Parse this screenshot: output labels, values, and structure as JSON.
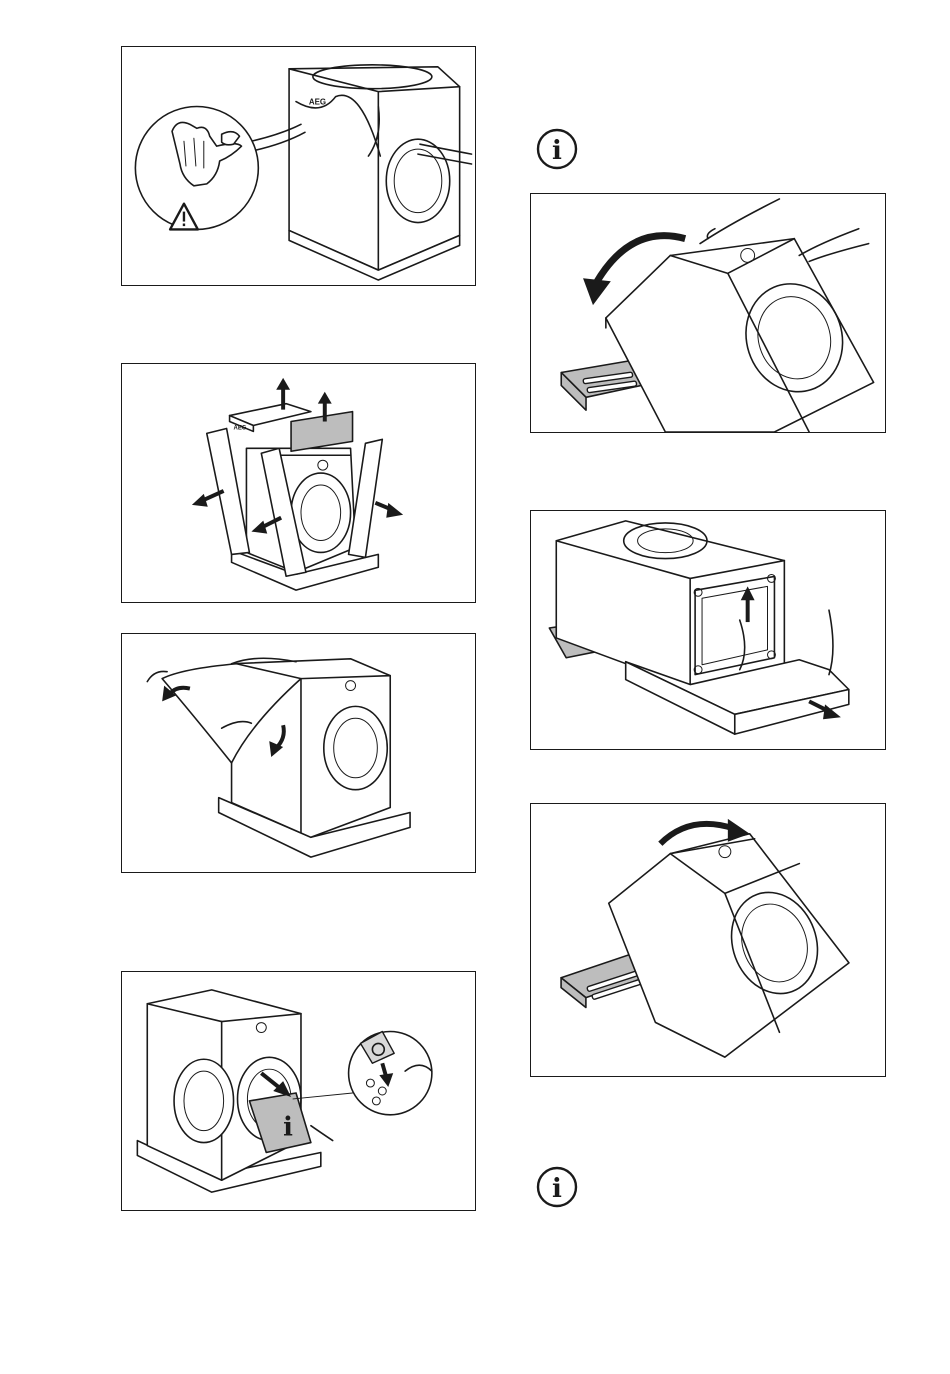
{
  "page": {
    "background": "#ffffff",
    "line_color": "#1a1a1a",
    "accent_grey": "#bdbdbd"
  },
  "panels": [
    {
      "id": "step-gloves-remove-film",
      "icons": [
        "gloves-icon",
        "warning-icon"
      ],
      "brand_label": "AEG"
    },
    {
      "id": "step-remove-top-corners",
      "icons": [
        "arrow-up-icon",
        "arrow-left-icon",
        "arrow-right-icon"
      ],
      "brand_label": "AEG"
    },
    {
      "id": "step-remove-cover-bag",
      "icons": [
        "arrow-left-icon",
        "arrow-down-icon"
      ]
    },
    {
      "id": "step-unpack-accessories",
      "icons": [
        "info-booklet-icon",
        "accessory-bag-icon"
      ]
    },
    {
      "id": "step-tilt-back-onto-polystyrene",
      "icons": [
        "curved-arrow-icon"
      ]
    },
    {
      "id": "step-remove-base",
      "icons": [
        "arrow-up-icon",
        "arrow-right-icon"
      ]
    },
    {
      "id": "step-tilt-upright",
      "icons": [
        "curved-arrow-icon"
      ]
    }
  ],
  "info_icons": [
    {
      "glyph": "i"
    },
    {
      "glyph": "i"
    }
  ]
}
